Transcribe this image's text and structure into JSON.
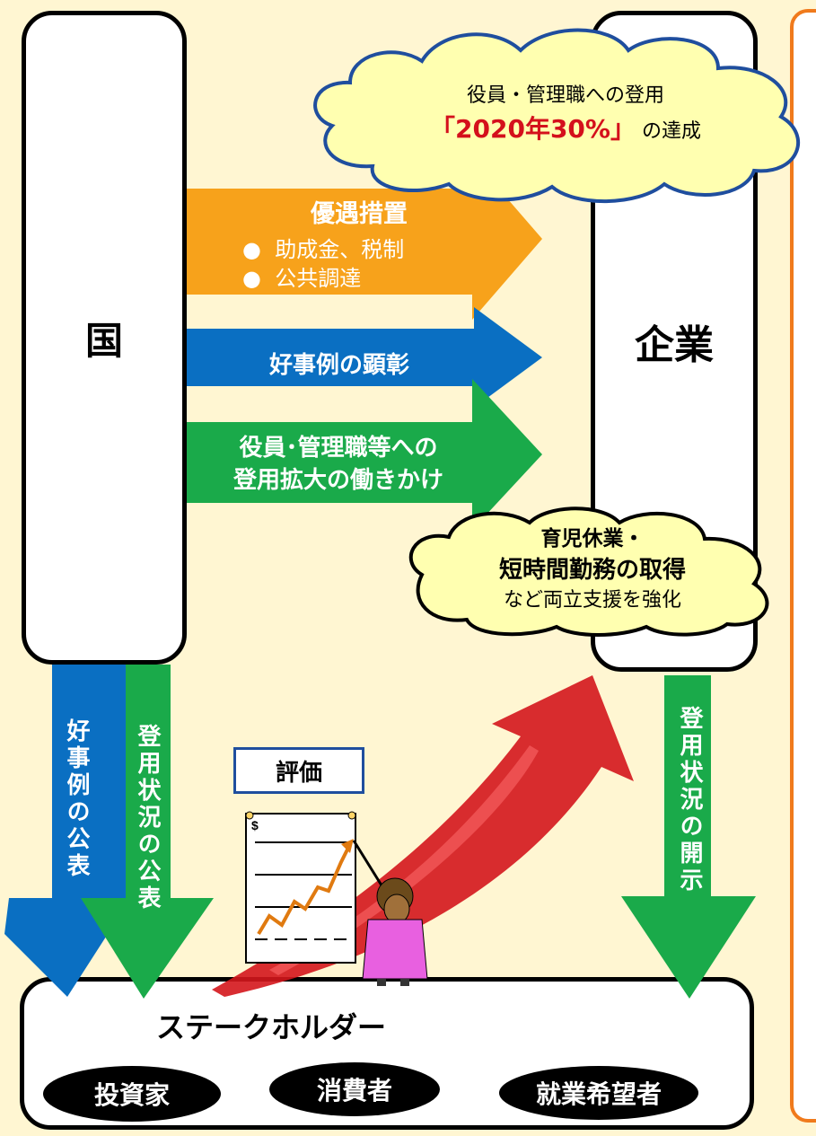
{
  "kuni_label": "国",
  "kigyo_label": "企業",
  "cloud_top": {
    "line1": "役員・管理職への登用",
    "highlight": "「2020年30%」",
    "suffix": "の達成"
  },
  "arrow_orange": {
    "title": "優遇措置",
    "items": [
      "助成金、税制",
      "公共調達"
    ]
  },
  "arrow_blue": {
    "label": "好事例の顕彰"
  },
  "arrow_green": {
    "line1": "役員･管理職等への",
    "line2": "登用拡大の働きかけ"
  },
  "cloud_bottom": {
    "line1": "育児休業・",
    "line2": "短時間勤務の取得",
    "line3": "など両立支援を強化"
  },
  "down_arrows": {
    "left_blue": "好事例の公表",
    "left_green": "登用状況の公表",
    "right_green": "登用状況の開示"
  },
  "hyoka_label": "評価",
  "chart_icon_symbol": "$",
  "stakeholder": {
    "title": "ステークホルダー",
    "groups": [
      "投資家",
      "消費者",
      "就業希望者"
    ]
  },
  "colors": {
    "orange": "#f7a21b",
    "blue": "#0a6fc2",
    "green": "#1aaa4a",
    "frame": "#f07a1c",
    "background": "#fff6d2"
  }
}
